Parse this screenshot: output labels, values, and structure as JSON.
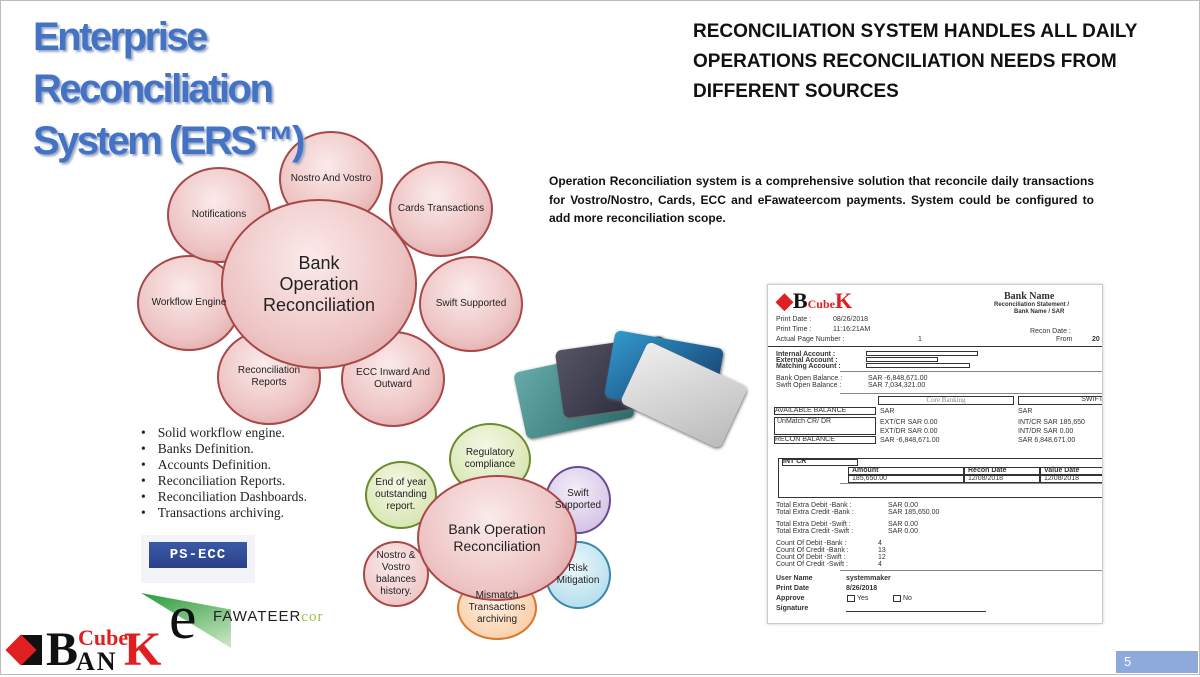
{
  "title": "Enterprise Reconciliation System (ERS™)",
  "heading": "RECONCILIATION SYSTEM HANDLES ALL DAILY OPERATIONS RECONCILIATION NEEDS FROM DIFFERENT SOURCES",
  "description": "Operation Reconciliation system is a comprehensive solution that reconcile daily transactions for Vostro/Nostro, Cards, ECC and eFawateercom payments. System could be configured to add more reconciliation scope.",
  "diagram1": {
    "center": "Bank Operation Reconciliation",
    "items": [
      "Nostro And Vostro",
      "Cards Transactions",
      "Swift Supported",
      "ECC Inward And Outward",
      "Reconciliation Reports",
      "Workflow Engine",
      "Notifications"
    ]
  },
  "diagram2": {
    "center": "Bank Operation Reconciliation",
    "items": [
      "Regulatory compliance",
      "Swift Supported",
      "Risk Mitigation",
      "Mismatch Transactions archiving",
      "Nostro & Vostro balances history.",
      "End of year outstanding report."
    ]
  },
  "bullets": [
    "Solid workflow engine.",
    "Banks Definition.",
    "Accounts Definition.",
    "Reconciliation Reports.",
    "Reconciliation Dashboards.",
    "Transactions archiving."
  ],
  "logos": {
    "bcube": "BCubeBANK",
    "psecc": "PS-ECC",
    "efawateer": "eFAWATEERcom"
  },
  "statement": {
    "bank_name": "Bank Name",
    "subtitle": "Reconciliation Statement /",
    "subtitle2": "Bank Name  / SAR",
    "print_date_label": "Print Date :",
    "print_date": "08/26/2018",
    "print_time_label": "Print Time :",
    "print_time": "11:16:21AM",
    "page_label": "Actual Page Number :",
    "page": "1",
    "recon_date_label": "Recon Date :",
    "from_label": "From",
    "from_val": "20",
    "internal_account": "Internal Account :",
    "external_account": "External Account :",
    "matching_account": "Matching Account :",
    "bank_open_label": "Bank Open Balance :",
    "bank_open": "SAR -6,848,671.00",
    "swift_open_label": "Swift Open Balance :",
    "swift_open": "SAR 7,034,321.00",
    "core_banking": "Core Banking",
    "swift": "SWIFT",
    "available_balance": "AVAILABLE BALANCE",
    "unmatch": "UnMatch CR/ DR",
    "recon_balance": "RECON BALANCE",
    "sar": "SAR",
    "ext_cr": "EXT/CR   SAR 0.00",
    "ext_dr": "EXT/DR   SAR 0.00",
    "int_cr": "INT/CR   SAR 185,650",
    "int_dr": "INT/DR   SAR 0.00",
    "recon_bank": "SAR -6,848,671.00",
    "recon_swift": "SAR 6,848,671.00",
    "int_cr_label": "INT CR",
    "amount_h": "Amount",
    "recon_date_h": "Recon Date",
    "value_date_h": "Value Date",
    "amount": "185,650.00",
    "recon_date": "12/08/2018",
    "value_date": "12/08/2018",
    "totals": [
      [
        "Total Extra Debit -Bank :",
        "SAR 0.00"
      ],
      [
        "Total Extra Credit -Bank :",
        "SAR 185,650.00"
      ],
      [
        "Total Extra Debit -Swift :",
        "SAR 0.00"
      ],
      [
        "Total Extra Credit -Swift :",
        "SAR 0.00"
      ]
    ],
    "counts": [
      [
        "Count Of Debit -Bank :",
        "4"
      ],
      [
        "Count Of Credit -Bank :",
        "13"
      ],
      [
        "Count Of Debit -Swift :",
        "12"
      ],
      [
        "Count Of Credit -Swift :",
        "4"
      ]
    ],
    "user_label": "User Name",
    "user": "systemmaker",
    "pdate_label": "Print Date",
    "pdate": "8/26/2018",
    "approve_label": "Approve",
    "yes": "Yes",
    "no": "No",
    "signature_label": "Signature"
  },
  "page_number": "5",
  "colors": {
    "title": "#4472c4",
    "page_box": "#8ea9db",
    "bcube_red": "#e02020"
  }
}
